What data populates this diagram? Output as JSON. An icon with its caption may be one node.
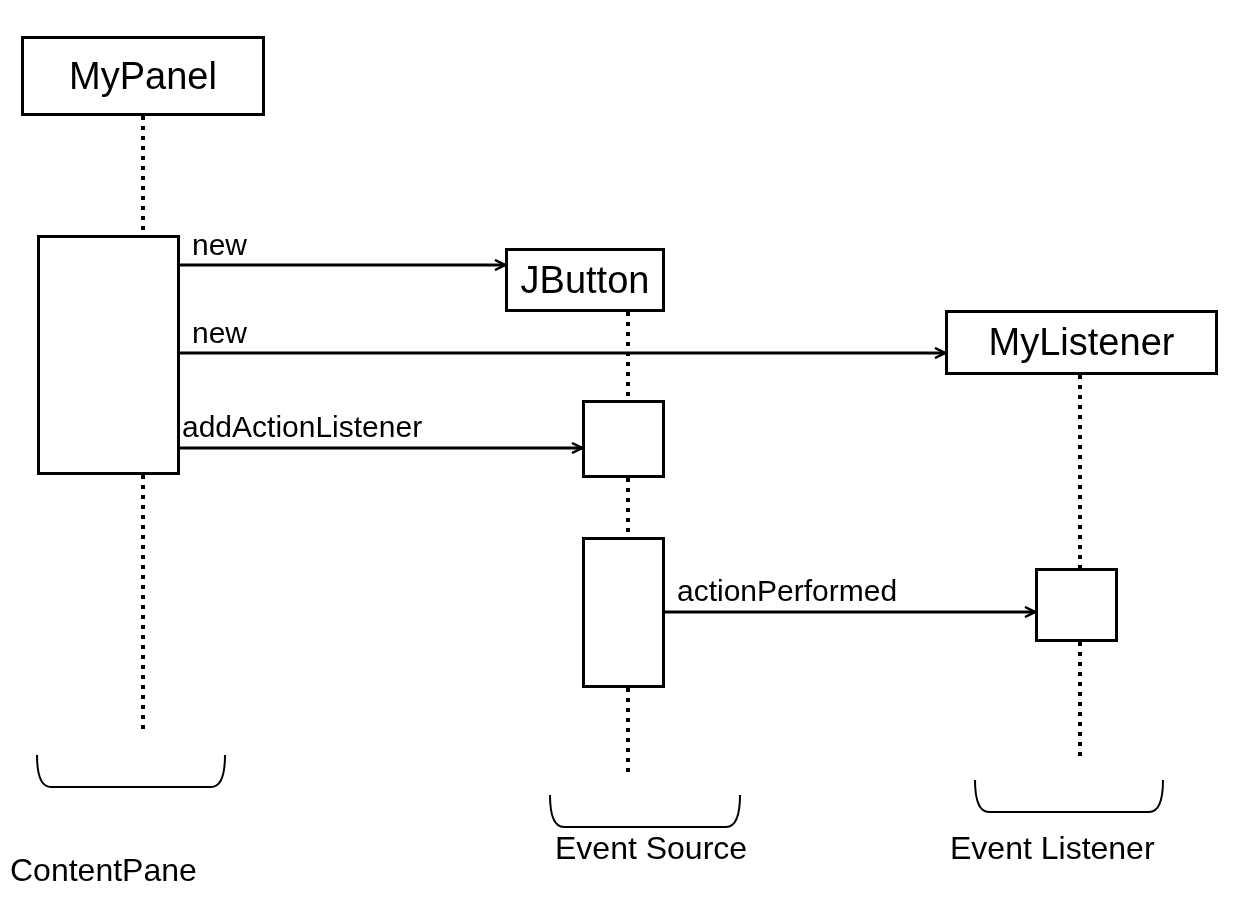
{
  "diagram": {
    "nodes": [
      {
        "text": [
          "MyPanel"
        ]
      },
      {
        "text": [],
        "shape": "box"
      },
      {
        "text": [
          "JButton"
        ]
      },
      {
        "text": [
          "MyListener"
        ]
      },
      {
        "text": [],
        "shape": "box"
      },
      {
        "text": [],
        "shape": "box"
      },
      {
        "text": [],
        "shape": "box"
      }
    ],
    "edges": [
      {
        "from": 1,
        "to": 2,
        "arrow": "to",
        "label": "new"
      },
      {
        "from": 1,
        "to": 3,
        "arrow": "to",
        "label": "new"
      },
      {
        "from": 1,
        "to": 4,
        "arrow": "to",
        "label": "addActionListener"
      },
      {
        "from": 5,
        "to": 6,
        "arrow": "to",
        "label": "actionPerformed"
      },
      {
        "from": 0,
        "to": 1,
        "arrow": "none",
        "style": "dashed"
      },
      {
        "from": 1,
        "to": null,
        "arrow": "none",
        "style": "dashed"
      },
      {
        "from": 2,
        "to": 4,
        "arrow": "none",
        "style": "dashed"
      },
      {
        "from": 4,
        "to": 5,
        "arrow": "none",
        "style": "dashed"
      },
      {
        "from": 5,
        "to": null,
        "arrow": "none",
        "style": "dashed"
      },
      {
        "from": 3,
        "to": 6,
        "arrow": "none",
        "style": "dashed"
      },
      {
        "from": 6,
        "to": null,
        "arrow": "none",
        "style": "dashed"
      }
    ],
    "labels": [
      "ContentPane",
      "Event Source",
      "Event Listener"
    ]
  }
}
